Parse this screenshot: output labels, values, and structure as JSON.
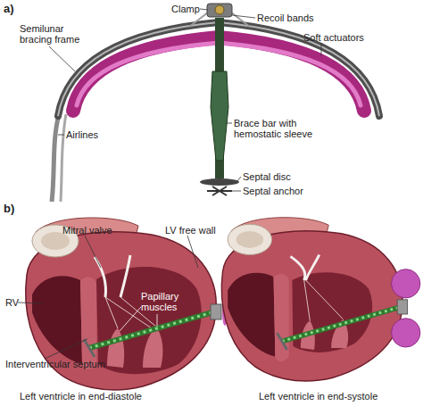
{
  "diagram": {
    "labels": [
      "a)",
      "Clamp",
      "Recoil bands",
      "Semilunar bracing frame",
      "Soft actuators",
      "Airlines",
      "Brace bar with hemostatic sleeve",
      "Septal disc",
      "Septal anchor",
      "b)",
      "Mitral valve",
      "LV free wall",
      "RV",
      "Papillary muscles",
      "Interventricular septum",
      "Left ventricle in end-diastole",
      "Left ventricle in end-systole"
    ]
  }
}
